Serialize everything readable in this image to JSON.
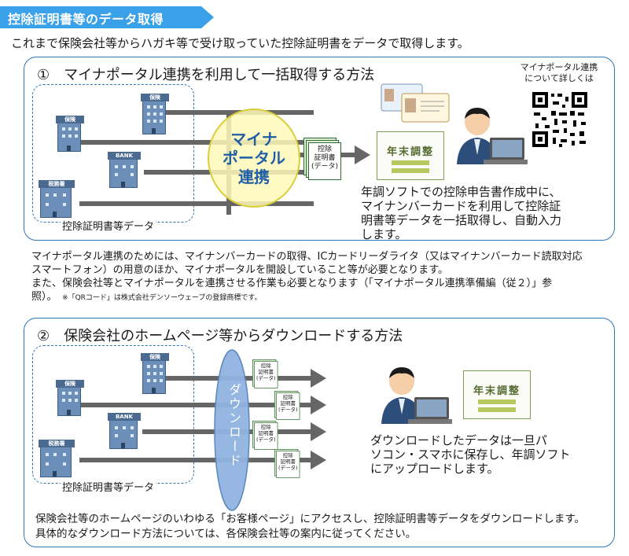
{
  "header": {
    "title": "控除証明書等のデータ取得",
    "color": "#3aa0e8"
  },
  "intro": "これまで保険会社等からハガキ等で受け取っていた控除証明書をデータで取得します。",
  "accent": "#2e75b6",
  "section1": {
    "title": "①　マイナポータル連携を利用して一括取得する方法",
    "ellipse_lines": [
      "マイナ",
      "ポータル",
      "連携"
    ],
    "doc_lines": [
      "控除",
      "証明書",
      "(データ)"
    ],
    "nenmatsu": "年末調整",
    "source_label": "控除証明書等データ",
    "bldg_labels": {
      "hoken": "保険",
      "bank": "BANK",
      "kokuzei": "税務署"
    },
    "desc_lines": [
      "年調ソフトでの控除申告書作成中に、",
      "マイナンバーカードを利用して控除証",
      "明書等データを一括取得し、自動入力",
      "します。"
    ],
    "qr_label_lines": [
      "マイナポータル連携",
      "について詳しくは"
    ]
  },
  "notes": {
    "line1": "マイナポータル連携のためには、マイナンバーカードの取得、ICカードリーダライタ（又はマイナンバーカード読取対応",
    "line2": "スマートフォン）の用意のほか、マイナポータルを開設していること等が必要となります。",
    "line3": "また、保険会社等とマイナポータルを連携させる作業も必要となります（「マイナポータル連携準備編（従２）」参",
    "line4": "照）。",
    "small": "※「QRコード」は株式会社デンソーウェーブの登録商標です。"
  },
  "section2": {
    "title": "②　保険会社のホームページ等からダウンロードする方法",
    "vertical": "ダウンロード",
    "doc_lines": [
      "控除",
      "証明書",
      "(データ)"
    ],
    "nenmatsu": "年末調整",
    "source_label": "控除証明書等データ",
    "bldg_labels": {
      "hoken": "保険",
      "bank": "BANK",
      "kokuzei": "税務署"
    },
    "desc_lines": [
      "ダウンロードしたデータは一旦パ",
      "ソコン・スマホに保存し、年調ソフト",
      "にアップロードします。"
    ],
    "footer_lines": [
      "保険会社等のホームページのいわゆる「お客様ページ」にアクセスし、控除証明書等データをダウンロードします。",
      "具体的なダウンロード方法については、各保険会社等の案内に従ってください。"
    ]
  }
}
